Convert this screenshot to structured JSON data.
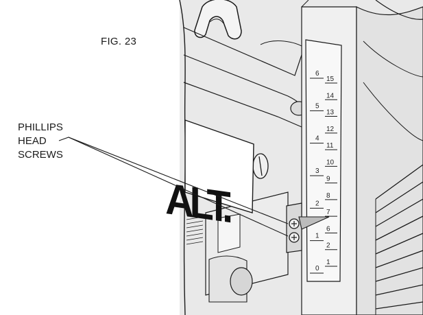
{
  "figure": {
    "label": "FIG. 23"
  },
  "callout": {
    "lines": [
      "PHILLIPS",
      "HEAD",
      "SCREWS"
    ]
  },
  "brand_mark": {
    "text": "ALT."
  },
  "scale": {
    "outer_numbers": [
      "6",
      "5",
      "4",
      "3",
      "2",
      "1",
      "0"
    ],
    "inner_numbers": [
      "15",
      "14",
      "13",
      "12",
      "11",
      "10",
      "9",
      "8",
      "7",
      "6",
      "2",
      "1"
    ]
  },
  "colors": {
    "ink": "#1a1a1a",
    "panel_shade": "#e6e6e6",
    "panel_dark": "#c8c8c8"
  }
}
